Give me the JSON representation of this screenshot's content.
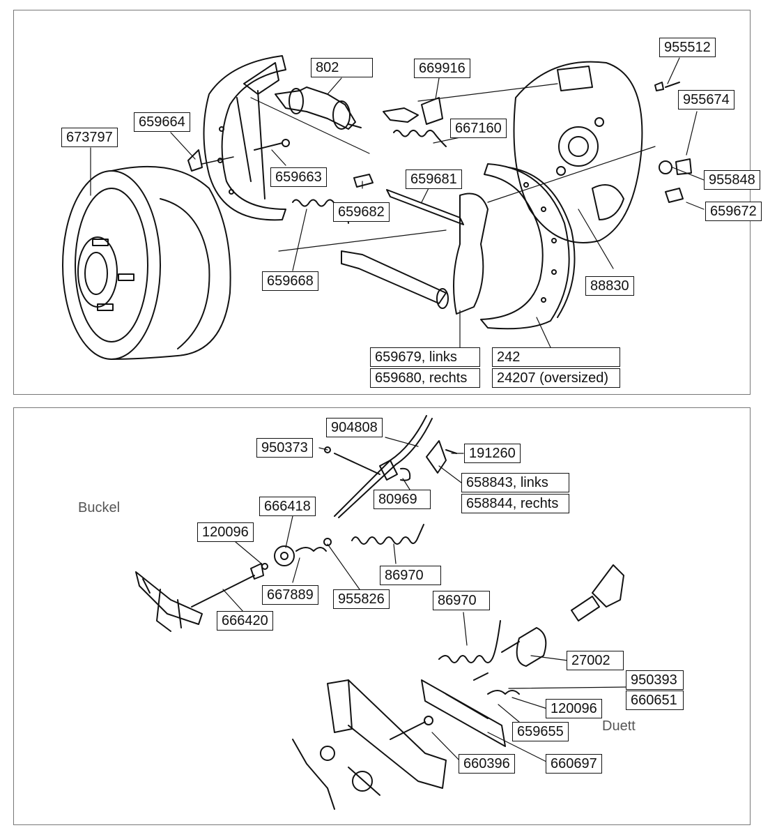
{
  "top": {
    "labels": {
      "p673797": "673797",
      "p659664": "659664",
      "p802": "802",
      "p669916": "669916",
      "p955512": "955512",
      "p955674": "955674",
      "p667160": "667160",
      "p659663": "659663",
      "p659681": "659681",
      "p659682": "659682",
      "p955848": "955848",
      "p659672": "659672",
      "p659668": "659668",
      "p88830": "88830",
      "p659679": "659679, links",
      "p659680": "659680, rechts",
      "p242": "242",
      "p24207": "24207 (oversized)"
    }
  },
  "bottom": {
    "captions": {
      "buckel": "Buckel",
      "duett": "Duett"
    },
    "labels": {
      "p904808": "904808",
      "p950373": "950373",
      "p191260": "191260",
      "p658843": "658843, links",
      "p658844": "658844, rechts",
      "p80969": "80969",
      "p666418": "666418",
      "p120096a": "120096",
      "p86970a": "86970",
      "p667889": "667889",
      "p955826": "955826",
      "p666420": "666420",
      "p86970b": "86970",
      "p27002": "27002",
      "p950393": "950393",
      "p660651": "660651",
      "p120096b": "120096",
      "p659655": "659655",
      "p660396": "660396",
      "p660697": "660697"
    }
  }
}
